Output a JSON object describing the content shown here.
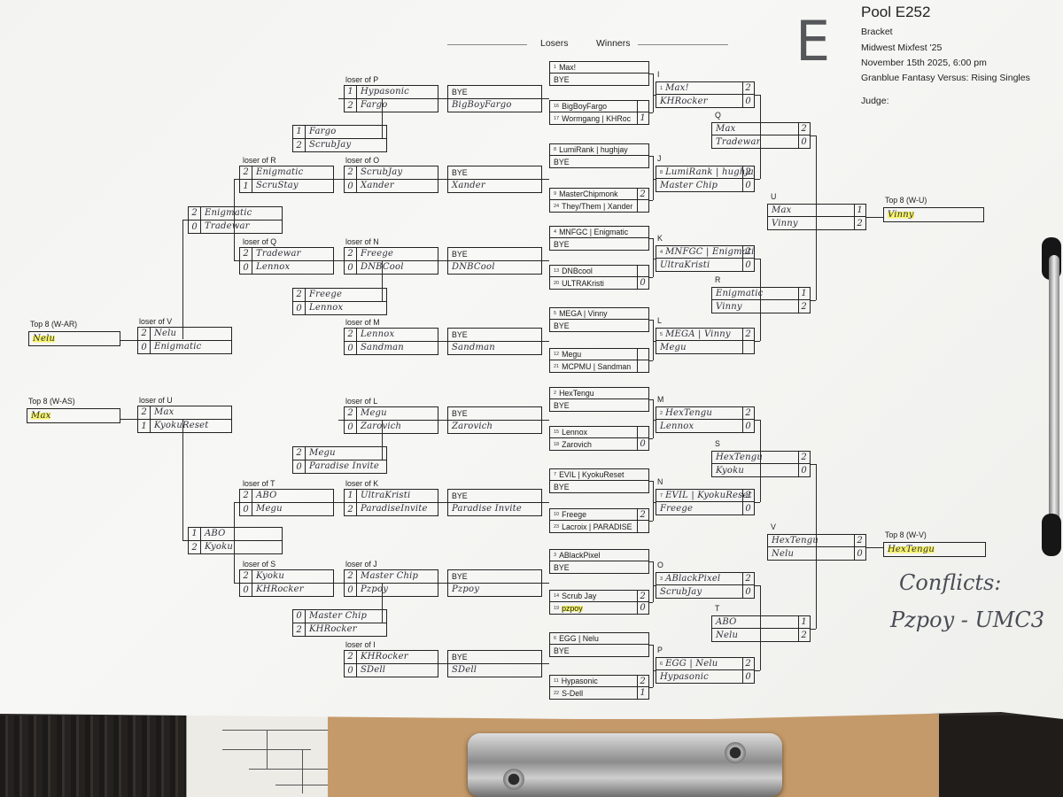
{
  "header": {
    "pool_letter": "E",
    "title": "Pool E252",
    "lines": [
      "Bracket",
      "Midwest Mixfest '25",
      "November 15th 2025, 6:00 pm",
      "Granblue Fantasy Versus: Rising Singles",
      "Judge:"
    ]
  },
  "direction": {
    "losers": "Losers",
    "winners": "Winners"
  },
  "conflicts": {
    "title": "Conflicts:",
    "text": "Pzpoy - UMC3"
  },
  "top8": [
    {
      "id": "W-AR",
      "label": "Top 8 (W-AR)",
      "player": "Nelu"
    },
    {
      "id": "W-AS",
      "label": "Top 8 (W-AS)",
      "player": "Max"
    },
    {
      "id": "W-U",
      "label": "Top 8 (W-U)",
      "player": "Vinny"
    },
    {
      "id": "W-V",
      "label": "Top 8 (W-V)",
      "player": "HexTengu"
    }
  ],
  "winners_round1": [
    {
      "a": "Max!",
      "a_seed": "1",
      "b": "BYE",
      "b_seed": "",
      "sa": "",
      "sb": ""
    },
    {
      "a": "BigBoyFargo",
      "a_seed": "16",
      "b": "Wormgang | KHRoc",
      "b_seed": "17",
      "sa": "",
      "sb": "1"
    },
    {
      "a": "LumiRank | hughjay",
      "a_seed": "8",
      "b": "BYE",
      "b_seed": "",
      "sa": "",
      "sb": ""
    },
    {
      "a": "MasterChipmonk",
      "a_seed": "9",
      "b": "They/Them | Xander",
      "b_seed": "24",
      "sa": "2",
      "sb": ""
    },
    {
      "a": "MNFGC | Enigmatic",
      "a_seed": "4",
      "b": "BYE",
      "b_seed": "",
      "sa": "",
      "sb": ""
    },
    {
      "a": "DNBcool",
      "a_seed": "13",
      "b": "ULTRAKristi",
      "b_seed": "20",
      "sa": "",
      "sb": "0"
    },
    {
      "a": "MEGA | Vinny",
      "a_seed": "5",
      "b": "BYE",
      "b_seed": "",
      "sa": "",
      "sb": ""
    },
    {
      "a": "Megu",
      "a_seed": "12",
      "b": "MCPMU | Sandman",
      "b_seed": "21",
      "sa": "",
      "sb": ""
    },
    {
      "a": "HexTengu",
      "a_seed": "2",
      "b": "BYE",
      "b_seed": "",
      "sa": "",
      "sb": ""
    },
    {
      "a": "Lennox",
      "a_seed": "15",
      "b": "Zarovich",
      "b_seed": "18",
      "sa": "",
      "sb": "0"
    },
    {
      "a": "EVIL | KyokuReset",
      "a_seed": "7",
      "b": "BYE",
      "b_seed": "",
      "sa": "",
      "sb": ""
    },
    {
      "a": "Freege",
      "a_seed": "10",
      "b": "Lacroix | PARADISE",
      "b_seed": "23",
      "sa": "2",
      "sb": ""
    },
    {
      "a": "ABlackPixel",
      "a_seed": "3",
      "b": "BYE",
      "b_seed": "",
      "sa": "",
      "sb": ""
    },
    {
      "a": "Scrub Jay",
      "a_seed": "14",
      "b": "pzpoy",
      "b_seed": "19",
      "sa": "2",
      "sb": "0"
    },
    {
      "a": "EGG | Nelu",
      "a_seed": "6",
      "b": "BYE",
      "b_seed": "",
      "sa": "",
      "sb": ""
    },
    {
      "a": "Hypasonic",
      "a_seed": "11",
      "b": "S-Dell",
      "b_seed": "22",
      "sa": "2",
      "sb": "1"
    }
  ],
  "winners_round2": [
    {
      "letter": "I",
      "a": "Max!",
      "a_seed": "1",
      "b": "KHRocker",
      "sa": "2",
      "sb": "0"
    },
    {
      "letter": "J",
      "a": "LumiRank | hughjay",
      "a_seed": "8",
      "b": "Master Chip",
      "sa": "2",
      "sb": "0"
    },
    {
      "letter": "K",
      "a": "MNFGC | Enigmatic",
      "a_seed": "4",
      "b": "UltraKristi",
      "sa": "2",
      "sb": "0"
    },
    {
      "letter": "L",
      "a": "MEGA | Vinny",
      "a_seed": "5",
      "b": "Megu",
      "sa": "2",
      "sb": ""
    },
    {
      "letter": "M",
      "a": "HexTengu",
      "a_seed": "2",
      "b": "Lennox",
      "sa": "2",
      "sb": "0"
    },
    {
      "letter": "N",
      "a": "EVIL | KyokuReset",
      "a_seed": "7",
      "b": "Freege",
      "sa": "2",
      "sb": "0"
    },
    {
      "letter": "O",
      "a": "ABlackPixel",
      "a_seed": "3",
      "b": "ScrubJay",
      "sa": "2",
      "sb": "0"
    },
    {
      "letter": "P",
      "a": "EGG | Nelu",
      "a_seed": "6",
      "b": "Hypasonic",
      "sa": "2",
      "sb": "0"
    }
  ],
  "winners_round3": [
    {
      "letter": "Q",
      "a": "Max",
      "b": "Tradewar",
      "sa": "2",
      "sb": "0"
    },
    {
      "letter": "R",
      "a": "Enigmatic",
      "b": "Vinny",
      "sa": "1",
      "sb": "2"
    },
    {
      "letter": "S",
      "a": "HexTengu",
      "b": "Kyoku",
      "sa": "2",
      "sb": "0"
    },
    {
      "letter": "T",
      "a": "ABO",
      "b": "Nelu",
      "sa": "1",
      "sb": "2"
    }
  ],
  "winners_round4": [
    {
      "letter": "U",
      "a": "Max",
      "b": "Vinny",
      "sa": "1",
      "sb": "2"
    },
    {
      "letter": "V",
      "a": "HexTengu",
      "b": "Nelu",
      "sa": "2",
      "sb": "0"
    }
  ],
  "losers_round1": [
    {
      "a": "BYE",
      "b": "BigBoyFargo"
    },
    {
      "a": "BYE",
      "b": "Xander"
    },
    {
      "a": "BYE",
      "b": "DNBCool"
    },
    {
      "a": "BYE",
      "b": "Sandman"
    },
    {
      "a": "BYE",
      "b": "Zarovich"
    },
    {
      "a": "BYE",
      "b": "Paradise Invite"
    },
    {
      "a": "BYE",
      "b": "Pzpoy"
    },
    {
      "a": "BYE",
      "b": "SDell"
    }
  ],
  "losers_round2": [
    {
      "label": "loser of P",
      "a": "Hypasonic",
      "b": "Fargo",
      "sa": "1",
      "sb": "2"
    },
    {
      "label": "loser of O",
      "a": "ScrubJay",
      "b": "Xander",
      "sa": "2",
      "sb": "0"
    },
    {
      "label": "loser of N",
      "a": "Freege",
      "b": "DNBCool",
      "sa": "2",
      "sb": "0"
    },
    {
      "label": "loser of M",
      "a": "Lennox",
      "b": "Sandman",
      "sa": "2",
      "sb": "0"
    },
    {
      "label": "loser of L",
      "a": "Megu",
      "b": "Zarovich",
      "sa": "2",
      "sb": "0"
    },
    {
      "label": "loser of K",
      "a": "UltraKristi",
      "b": "ParadiseInvite",
      "sa": "1",
      "sb": "2"
    },
    {
      "label": "loser of J",
      "a": "Master Chip",
      "b": "Pzpoy",
      "sa": "2",
      "sb": "0"
    },
    {
      "label": "loser of I",
      "a": "KHRocker",
      "b": "SDell",
      "sa": "2",
      "sb": "0"
    }
  ],
  "losers_round3": [
    {
      "a": "Fargo",
      "b": "ScrubJay",
      "sa": "1",
      "sb": "2"
    },
    {
      "a": "Freege",
      "b": "Lennox",
      "sa": "2",
      "sb": "0"
    },
    {
      "a": "Megu",
      "b": "Paradise Invite",
      "sa": "2",
      "sb": "0"
    },
    {
      "a": "Master Chip",
      "b": "KHRocker",
      "sa": "0",
      "sb": "2"
    }
  ],
  "losers_round4": [
    {
      "label": "loser of R",
      "a": "Enigmatic",
      "b": "ScruStay",
      "sa": "2",
      "sb": "1"
    },
    {
      "label": "loser of Q",
      "a": "Tradewar",
      "b": "Lennox",
      "sa": "2",
      "sb": "0"
    },
    {
      "label": "loser of T",
      "a": "ABO",
      "b": "Megu",
      "sa": "2",
      "sb": "0"
    },
    {
      "label": "loser of S",
      "a": "Kyoku",
      "b": "KHRocker",
      "sa": "2",
      "sb": "0"
    }
  ],
  "losers_round5": [
    {
      "a": "Enigmatic",
      "b": "Tradewar",
      "sa": "2",
      "sb": "0"
    },
    {
      "a": "ABO",
      "b": "Kyoku",
      "sa": "1",
      "sb": "2"
    }
  ],
  "losers_round6": [
    {
      "label": "loser of V",
      "a": "Nelu",
      "b": "Enigmatic",
      "sa": "2",
      "sb": "0"
    },
    {
      "label": "loser of U",
      "a": "Max",
      "b": "KyokuReset",
      "sa": "2",
      "sb": "1"
    }
  ]
}
